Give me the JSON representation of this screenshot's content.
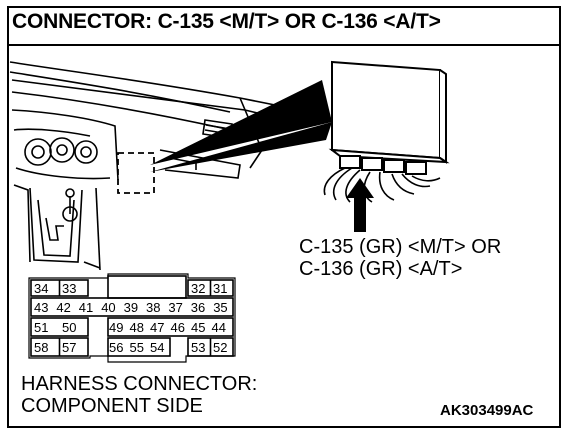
{
  "header": {
    "title": "CONNECTOR: C-135 <M/T> OR C-136 <A/T>"
  },
  "callout": {
    "line1": "C-135 (GR) <M/T> OR",
    "line2": "C-136 (GR) <A/T>"
  },
  "connector_pins": {
    "row1_left": [
      "34",
      "33"
    ],
    "row1_right": [
      "32",
      "31"
    ],
    "row2": [
      "43",
      "42",
      "41",
      "40",
      "39",
      "38",
      "37",
      "36",
      "35"
    ],
    "row3_left": [
      "51",
      "50"
    ],
    "row3_right": [
      "49",
      "48",
      "47",
      "46",
      "45",
      "44"
    ],
    "row4_left": [
      "58",
      "57"
    ],
    "row4_mid": [
      "56",
      "55",
      "54"
    ],
    "row4_right": [
      "53",
      "52"
    ]
  },
  "footer": {
    "harness_line1": "HARNESS CONNECTOR:",
    "harness_line2": "COMPONENT SIDE",
    "figure_code": "AK303499AC"
  },
  "colors": {
    "ink": "#000000",
    "paper": "#ffffff"
  }
}
